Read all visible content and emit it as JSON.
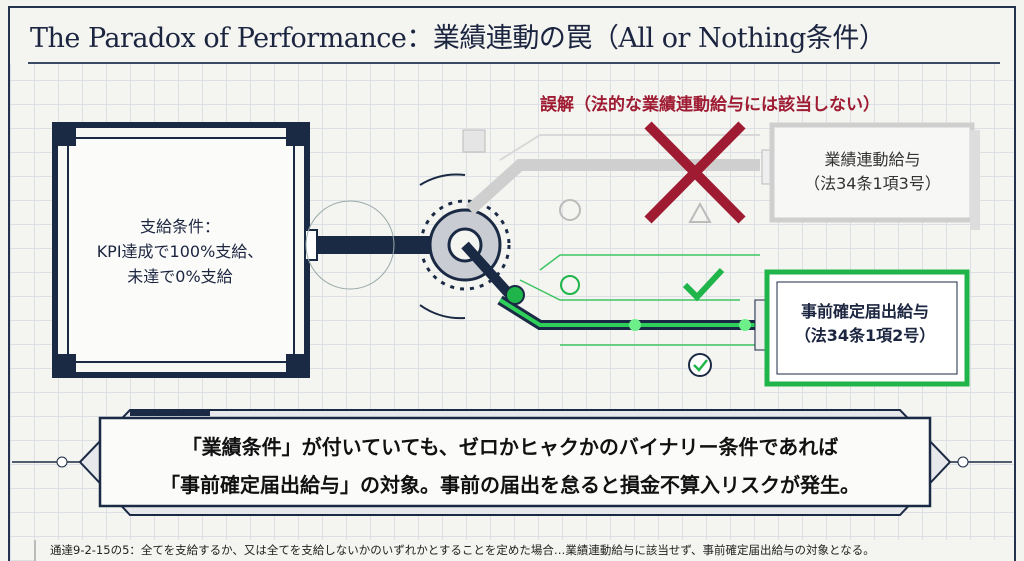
{
  "title": "The Paradox of Performance：業績連動の罠（All or Nothing条件）",
  "misconception": "誤解（法的な業績連動給与には該当しない）",
  "condition_box": {
    "line1": "支給条件：",
    "line2": "KPI達成で100%支給、",
    "line3": "未達で0%支給"
  },
  "wrong_box": {
    "line1": "業績連動給与",
    "line2": "（法34条1項3号）"
  },
  "right_box": {
    "line1": "事前確定届出給与",
    "line2": "（法34条1項2号）"
  },
  "banner": {
    "line1": "「業績条件」が付いていても、ゼロかヒャクかのバイナリー条件であれば",
    "line2": "「事前確定届出給与」の対象。事前の届出を怠ると損金不算入リスクが発生。"
  },
  "footnote": "通達9-2-15の5：全てを支給するか、又は全てを支給しないかのいずれかとすることを定めた場合…業績連動給与に該当せず、事前確定届出給与の対象となる。",
  "colors": {
    "navy": "#1b2a44",
    "red": "#9e1b32",
    "green": "#1fb54a",
    "grey": "#c8c8c8"
  }
}
